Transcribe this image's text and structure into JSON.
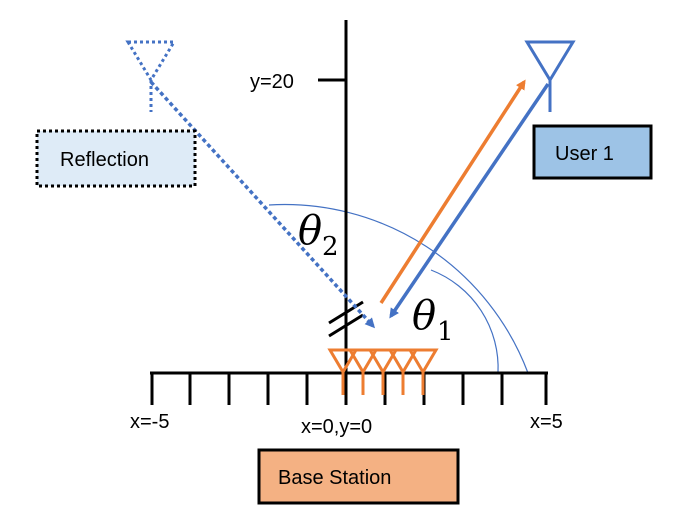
{
  "labels": {
    "y_axis_tick": "y=20",
    "x_left": "x=-5",
    "x_origin": "x=0,y=0",
    "x_right": "x=5"
  },
  "boxes": {
    "reflection": "Reflection",
    "user": "User 1",
    "base_station": "Base Station"
  },
  "angles": {
    "theta1_symbol": "θ",
    "theta1_sub": "1",
    "theta2_symbol": "θ",
    "theta2_sub": "2"
  },
  "colors": {
    "blue": "#4472c4",
    "orange": "#ed7d31",
    "reflection_fill": "#deebf7",
    "user_fill": "#9dc3e6",
    "base_fill": "#f4b183"
  }
}
